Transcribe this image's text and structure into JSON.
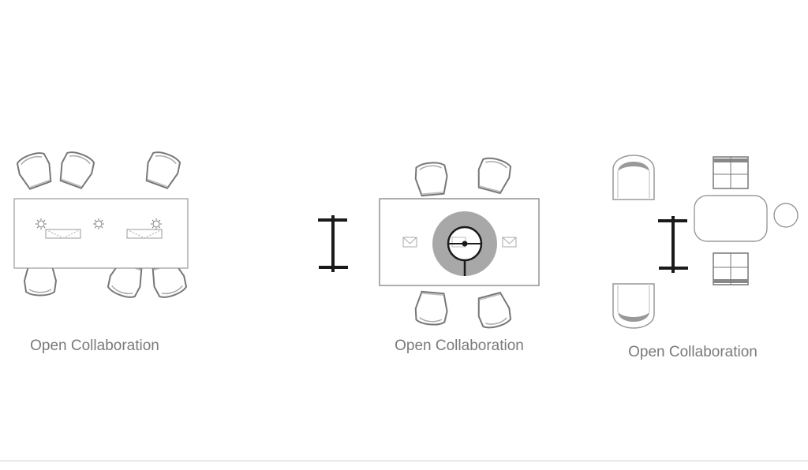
{
  "groups": [
    {
      "label": "Open Collaboration"
    },
    {
      "label": "Open Collaboration"
    },
    {
      "label": "Open Collaboration"
    }
  ],
  "colors": {
    "line": "#8a8a8a",
    "dark": "#1a1a1a",
    "screen": "#a8a8a8",
    "label": "#7a7a7a"
  }
}
